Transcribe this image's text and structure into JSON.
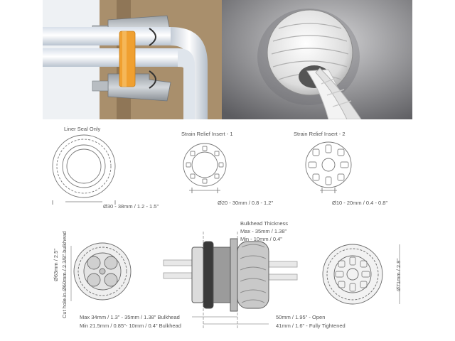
{
  "photos": {
    "left_alt": "Cutaway photo: liner seal in bulkhead with white hose bend",
    "right_alt": "Photo: strain relief grommet with twisted hose on grey wall"
  },
  "labels": {
    "liner_seal_only": "Liner Seal Only",
    "strain_relief_1": "Strain Relief Insert - 1",
    "strain_relief_2": "Strain Relief Insert - 2",
    "dim_liner": "Ø30 - 38mm / 1.2 - 1.5\"",
    "dim_sr1": "Ø20 - 30mm / 0.8 - 1.2\"",
    "dim_sr2": "Ø10 - 20mm / 0.4 - 0.8\"",
    "bulkhead_title": "Bulkhead Thickness",
    "bulkhead_max": "Max - 35mm / 1.38\"",
    "bulkhead_min": "Min - 10mm / 0.4\"",
    "diameter_63": "Ø63mm / 2.5\"",
    "cut_hole": "Cut hole in Ø60mm / 2 3/8\" bulkhead",
    "bulkhead_max_range": "Max 34mm / 1.3\" - 35mm / 1.38\" Bulkhead",
    "bulkhead_min_range": "Min 21.5mm / 0.85\"- 10mm / 0.4\" Bulkhead",
    "open_length": "50mm / 1.95\" - Open",
    "tightened_length": "41mm / 1.6\" - Fully Tightened",
    "diameter_71": "Ø71mm / 2.8\""
  },
  "colors": {
    "orange_seal": "#f0a030",
    "wall_brown": "#a98f6c",
    "grey_bg": "#7d7d80",
    "line_grey": "#9a9a9a"
  }
}
